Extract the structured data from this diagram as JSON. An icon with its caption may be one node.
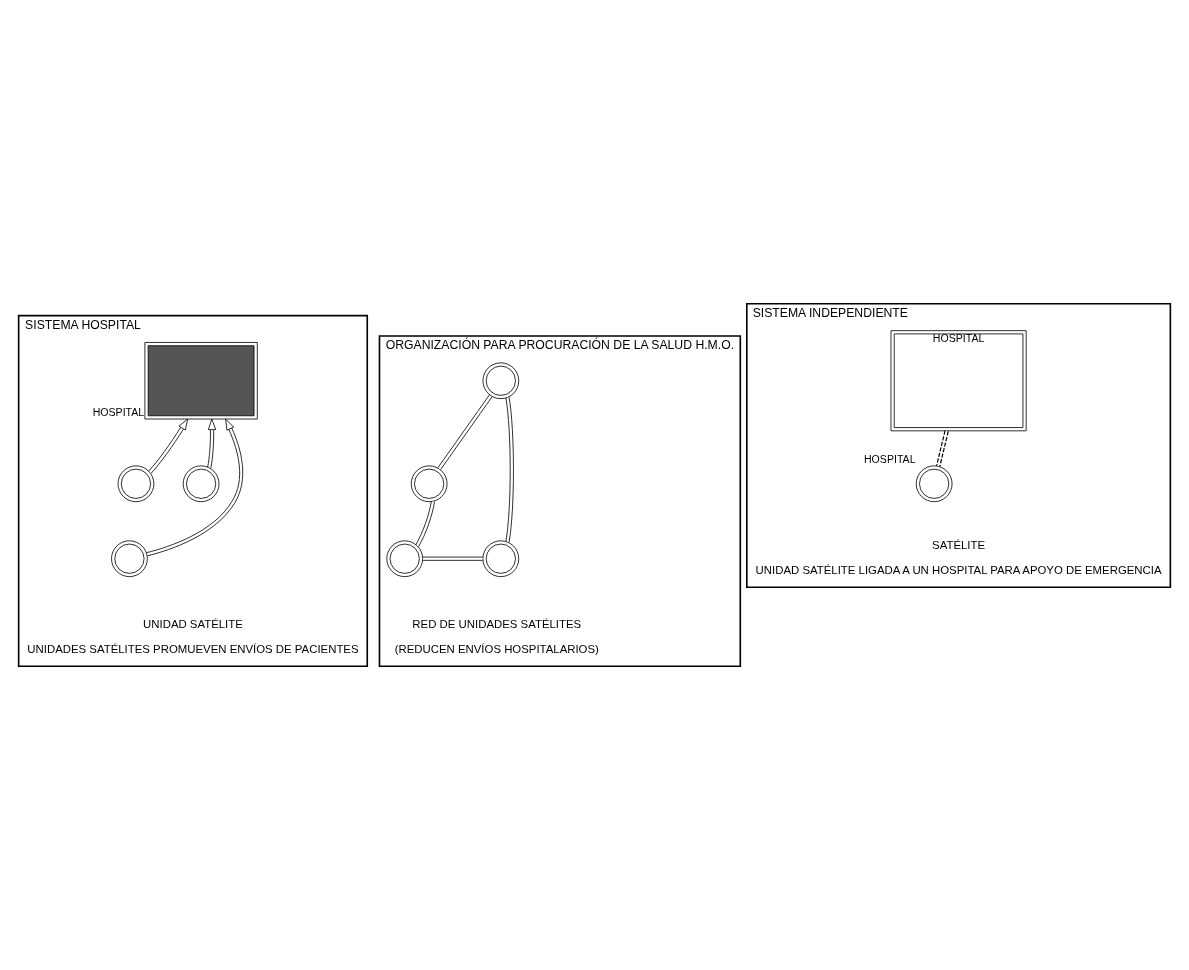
{
  "diagram": {
    "nodes": [
      {
        "text": [
          "SISTEMA HOSPITAL"
        ],
        "beside": [
          "UNIDAD SATÉLITE",
          "UNIDADES SATÉLITES PROMUEVEN ENVÍOS DE PACIENTES"
        ]
      },
      {
        "text": [],
        "shape": "box",
        "in": 0,
        "beside": [
          "HOSPITAL"
        ]
      },
      {
        "text": [],
        "shape": "circle",
        "in": 0
      },
      {
        "text": [],
        "shape": "circle",
        "in": 0
      },
      {
        "text": [],
        "shape": "circle",
        "in": 0
      },
      {
        "text": [
          "ORGANIZACIÓN PARA PROCURACIÓN DE LA SALUD H.M.O."
        ],
        "beside": [
          "RED DE UNIDADES SATÉLITES",
          "(REDUCEN ENVÍOS HOSPITALARIOS)"
        ]
      },
      {
        "text": [],
        "shape": "circle",
        "in": 5
      },
      {
        "text": [],
        "shape": "circle",
        "in": 5
      },
      {
        "text": [],
        "shape": "circle",
        "in": 5
      },
      {
        "text": [],
        "shape": "circle",
        "in": 5
      },
      {
        "text": [
          "SISTEMA INDEPENDIENTE"
        ],
        "beside": [
          "SATÉLITE",
          "UNIDAD SATÉLITE LIGADA A UN HOSPITAL PARA APOYO DE EMERGENCIA"
        ]
      },
      {
        "text": [
          "HOSPITAL"
        ],
        "in": 10
      },
      {
        "text": [],
        "shape": "circle",
        "in": 10,
        "beside": [
          "HOSPITAL"
        ]
      }
    ],
    "edges": [
      {
        "from": 2,
        "to": 1,
        "arrow": "to"
      },
      {
        "from": 3,
        "to": 1,
        "arrow": "to"
      },
      {
        "from": 4,
        "to": 1,
        "arrow": "to"
      },
      {
        "from": 6,
        "to": 7,
        "arrow": "none"
      },
      {
        "from": 7,
        "to": 9,
        "arrow": "none"
      },
      {
        "from": 9,
        "to": 8,
        "arrow": "none"
      },
      {
        "from": 8,
        "to": 6,
        "arrow": "none"
      },
      {
        "from": 11,
        "to": 12,
        "arrow": "none",
        "style": "dashed"
      }
    ]
  }
}
